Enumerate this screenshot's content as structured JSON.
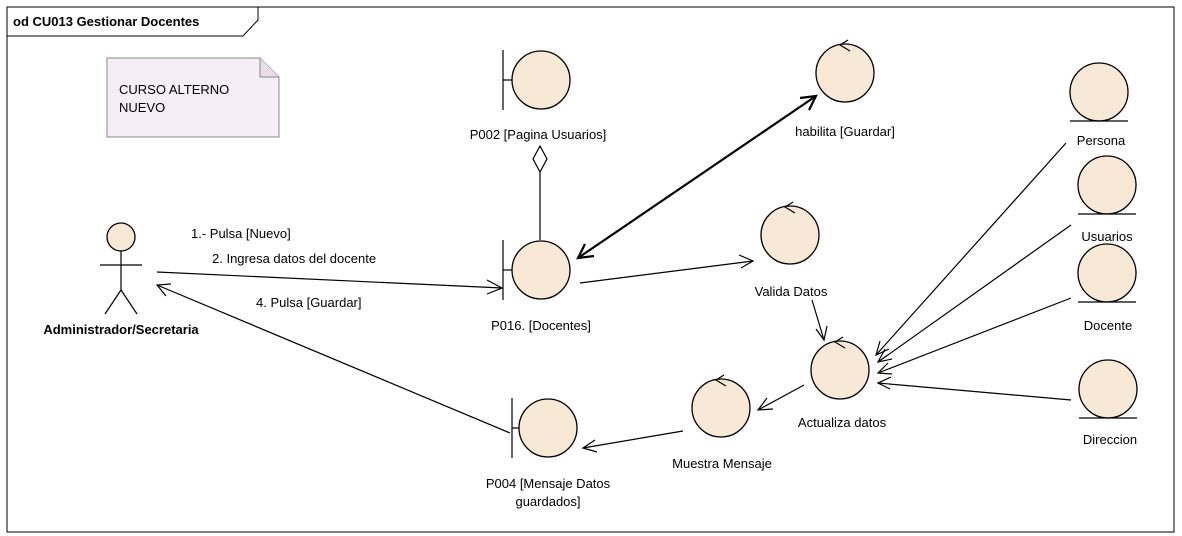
{
  "frame": {
    "title": "od CU013 Gestionar Docentes"
  },
  "note": {
    "lines": [
      "CURSO ALTERNO",
      "NUEVO"
    ]
  },
  "actor": {
    "name": "Administrador/Secretaria"
  },
  "boundaries": {
    "p002": {
      "label": "P002 [Pagina Usuarios]"
    },
    "p016": {
      "label": "P016. [Docentes]"
    },
    "p004": {
      "lines": [
        "P004 [Mensaje Datos",
        "guardados]"
      ]
    }
  },
  "controls": {
    "habilita": {
      "label": "habilita [Guardar]"
    },
    "valida": {
      "label": "Valida Datos"
    },
    "actualiza": {
      "label": "Actualiza datos"
    },
    "muestra": {
      "label": "Muestra Mensaje"
    }
  },
  "entities": {
    "persona": {
      "label": "Persona"
    },
    "usuarios": {
      "label": "Usuarios"
    },
    "docente": {
      "label": "Docente"
    },
    "direccion": {
      "label": "Direccion"
    }
  },
  "messages": {
    "m1": "1.- Pulsa [Nuevo]",
    "m2": "2. Ingresa datos del docente",
    "m4": "4. Pulsa [Guardar]"
  }
}
